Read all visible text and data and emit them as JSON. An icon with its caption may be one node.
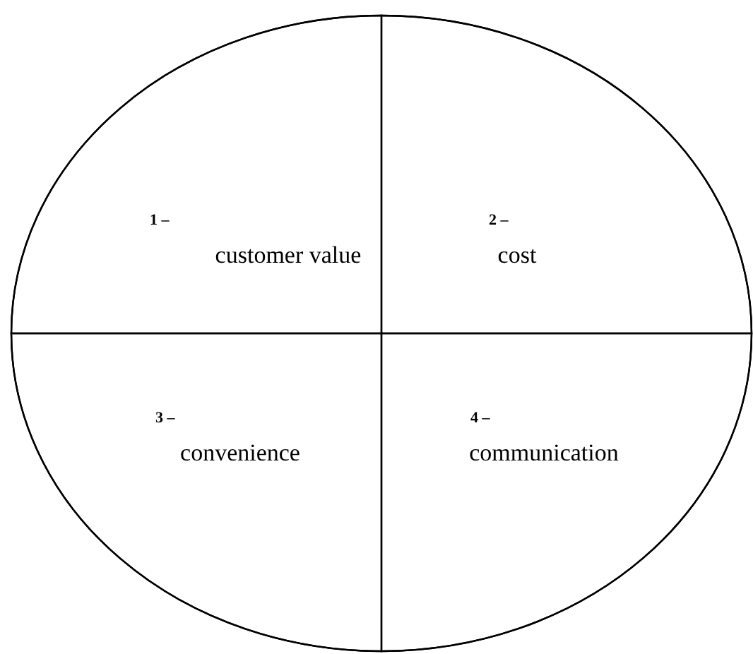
{
  "diagram": {
    "nodes": [
      {
        "text": [],
        "shape": "circle"
      },
      {
        "text": [
          "1 –",
          "customer value"
        ],
        "in": 0
      },
      {
        "text": [
          "2 –",
          "cost"
        ],
        "in": 0
      },
      {
        "text": [
          "3 –",
          "convenience"
        ],
        "in": 0
      },
      {
        "text": [
          "4 –",
          "communication"
        ],
        "in": 0
      }
    ]
  }
}
